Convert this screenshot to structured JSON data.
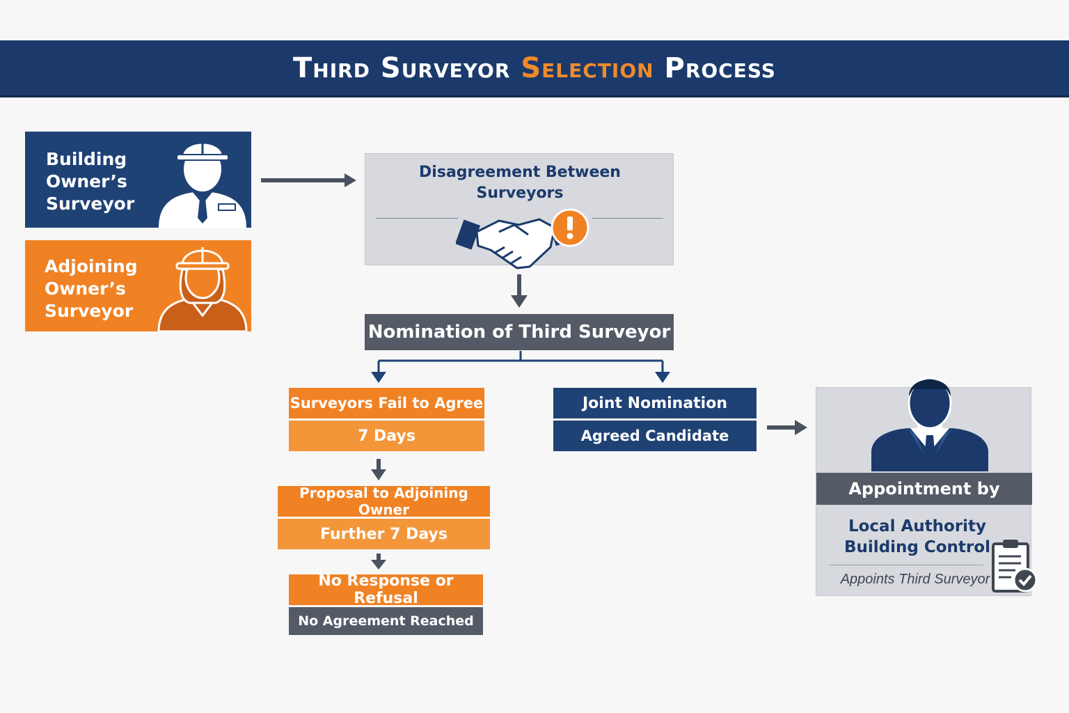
{
  "header": {
    "title_part1": "Third Surveyor",
    "title_part2": "Selection",
    "title_part3": "Process"
  },
  "colors": {
    "navy": "#1f4275",
    "orange": "#f08224",
    "slate": "#545b66",
    "panel_gray": "#d7d9de"
  },
  "surveyors": {
    "building_owner": "Building\nOwner’s\nSurveyor",
    "adjoining_owner": "Adjoining\nOwner’s\nSurveyor"
  },
  "disagreement": {
    "label": "Disagreement Between\nSurveyors",
    "icon": "handshake-alert-icon"
  },
  "nomination": {
    "label": "Nomination of Third Surveyor"
  },
  "fail_branch": {
    "step1_title": "Surveyors Fail to Agree",
    "step1_time": "7 Days",
    "step2_title": "Proposal to Adjoining Owner",
    "step2_time": "Further 7 Days",
    "step3_title": "No Response or Refusal",
    "step3_result": "No Agreement Reached"
  },
  "joint_branch": {
    "title": "Joint Nomination",
    "result": "Agreed Candidate"
  },
  "appointment": {
    "header": "Appointment by",
    "authority": "Local Authority\nBuilding Control",
    "note": "Appoints Third Surveyor",
    "icon": "clipboard-check-icon"
  }
}
